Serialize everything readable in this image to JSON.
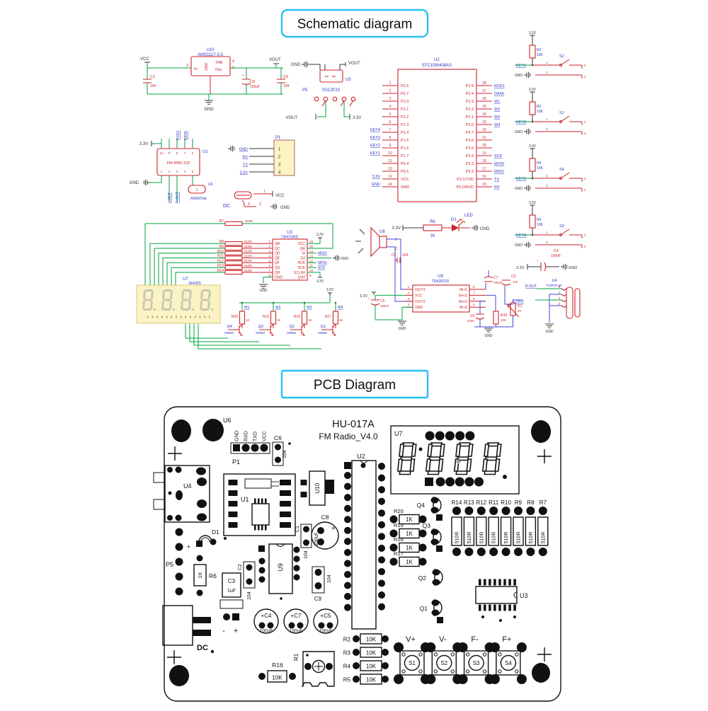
{
  "titles": {
    "schematic": "Schematic diagram",
    "pcb": "PCB Diagram"
  },
  "nets": {
    "vcc": "VCC",
    "gnd": "GND",
    "vout": "VOUT",
    "v33": "3.3V"
  },
  "schematic": {
    "regulator": {
      "ref": "U10",
      "part": "AMS1117-3.3",
      "pin_in": "In",
      "pin_gnd": "GND",
      "pin_tab": "TAB",
      "pin_out": "Out",
      "n2": "2",
      "n3": "3",
      "n4": "4",
      "c1": "C1",
      "c1v": "104",
      "c8": "C8",
      "c8v": "100uF",
      "c6": "C6",
      "c6v": "104"
    },
    "pswitch": {
      "ref": "U5",
      "conn": "P5",
      "part": "SS12F23"
    },
    "fm": {
      "ref": "U1",
      "part": "FM-RRD-102",
      "rck": "RCK1",
      "data": "DATA",
      "lout": "L-OUT",
      "rout": "R-OUT",
      "ant_ref": "U6",
      "ant_pin": "1",
      "ant": "Antenna",
      "top_pins": [
        "10",
        "9",
        "8",
        "7",
        "6"
      ],
      "bot_pins": [
        "1",
        "2",
        "3",
        "4",
        "5"
      ]
    },
    "p1": {
      "ref": "P1",
      "rows": [
        {
          "num": "1",
          "net": "GND"
        },
        {
          "num": "2",
          "net": "RX"
        },
        {
          "num": "3",
          "net": "TX"
        },
        {
          "num": "4",
          "net": "3.3V"
        }
      ]
    },
    "dc": {
      "label": "DC",
      "n1": "1",
      "n2": "2",
      "n3": "3"
    },
    "mcu": {
      "ref": "U2",
      "part": "STC15W408AS",
      "left": [
        {
          "key": "",
          "num": "1",
          "name": "P2.6"
        },
        {
          "key": "",
          "num": "2",
          "name": "P2.7"
        },
        {
          "key": "",
          "num": "3",
          "name": "P1.0"
        },
        {
          "key": "",
          "num": "4",
          "name": "P1.1"
        },
        {
          "key": "",
          "num": "5",
          "name": "P1.2"
        },
        {
          "key": "",
          "num": "6",
          "name": "P1.3"
        },
        {
          "key": "KEY4",
          "num": "7",
          "name": "P1.4"
        },
        {
          "key": "KEY3",
          "num": "8",
          "name": "P1.5"
        },
        {
          "key": "KEY2",
          "num": "9",
          "name": "P1.6"
        },
        {
          "key": "KEY1",
          "num": "10",
          "name": "P1.7"
        },
        {
          "key": "",
          "num": "11",
          "name": "P5.4"
        },
        {
          "key": "",
          "num": "13",
          "name": "P5.5"
        },
        {
          "key": "3.3V",
          "num": "12",
          "name": "VCC"
        },
        {
          "key": "GND",
          "num": "14",
          "name": "GND"
        }
      ],
      "right": [
        {
          "name": "P2.5",
          "num": "28",
          "net": "RCK1"
        },
        {
          "name": "P2.4",
          "num": "27",
          "net": "DATA"
        },
        {
          "name": "P2.3",
          "num": "26",
          "net": "W1"
        },
        {
          "name": "P2.2",
          "num": "25",
          "net": "W2"
        },
        {
          "name": "P2.1",
          "num": "24",
          "net": "W3"
        },
        {
          "name": "P2.0",
          "num": "23",
          "net": "W4"
        },
        {
          "name": "P3.7",
          "num": "22",
          "net": ""
        },
        {
          "name": "P3.6",
          "num": "21",
          "net": ""
        },
        {
          "name": "P3.5",
          "num": "20",
          "net": ""
        },
        {
          "name": "P3.4",
          "num": "19",
          "net": "SCK"
        },
        {
          "name": "P3.3",
          "num": "18",
          "net": "MOSI"
        },
        {
          "name": "P3.2",
          "num": "17",
          "net": "MISO"
        },
        {
          "name": "P3.1/TXD",
          "num": "16",
          "net": "TX"
        },
        {
          "name": "P3.0/RXD",
          "num": "15",
          "net": "RX"
        }
      ]
    },
    "keys": [
      {
        "r": "R2",
        "rv": "10K",
        "key": "KEY1",
        "s": "S2",
        "p1": "1",
        "p2": "2",
        "p3": "3",
        "p4": "4"
      },
      {
        "r": "R3",
        "rv": "10K",
        "key": "KEY2",
        "s": "S1",
        "p1": "1",
        "p2": "2",
        "p3": "3",
        "p4": "4"
      },
      {
        "r": "R4",
        "rv": "10K",
        "key": "KEY3",
        "s": "S4",
        "p1": "1",
        "p2": "2",
        "p3": "3",
        "p4": "4"
      },
      {
        "r": "R5",
        "rv": "10K",
        "key": "KEY4",
        "s": "S3",
        "p1": "1",
        "p2": "2",
        "p3": "3",
        "p4": "4"
      }
    ],
    "led": {
      "r": "R6",
      "rv": "1K",
      "d": "D1",
      "name": "LED"
    },
    "sr": {
      "ref": "U3",
      "part": "74HC595D",
      "r7": "R7",
      "r7v": "510R",
      "res": [
        {
          "name": "R8",
          "val": "510R"
        },
        {
          "name": "R9",
          "val": "510R"
        },
        {
          "name": "R10",
          "val": "510R"
        },
        {
          "name": "R11",
          "val": "510R"
        },
        {
          "name": "R12",
          "val": "510R"
        },
        {
          "name": "R13",
          "val": "510R"
        },
        {
          "name": "R14",
          "val": "510R"
        }
      ],
      "left": [
        {
          "num": "1",
          "name": "QB"
        },
        {
          "num": "2",
          "name": "QC"
        },
        {
          "num": "3",
          "name": "QD"
        },
        {
          "num": "4",
          "name": "QE"
        },
        {
          "num": "5",
          "name": "QF"
        },
        {
          "num": "6",
          "name": "QG"
        },
        {
          "num": "7",
          "name": "QH"
        },
        {
          "num": "8",
          "name": "GND"
        }
      ],
      "right": [
        {
          "name": "VCC",
          "num": "16",
          "net": ""
        },
        {
          "name": "QA",
          "num": "15",
          "net": ""
        },
        {
          "name": "SI",
          "num": "14",
          "net": "MISO"
        },
        {
          "name": "G#",
          "num": "13",
          "net": ""
        },
        {
          "name": "RCK",
          "num": "12",
          "net": "MOSI"
        },
        {
          "name": "SCK",
          "num": "11",
          "net": "SCK"
        },
        {
          "name": "SCLR#",
          "num": "10",
          "net": ""
        },
        {
          "name": "QH#",
          "num": "9",
          "net": ""
        }
      ]
    },
    "display": {
      "ref": "U7",
      "part": "3641BS",
      "digits": [
        "8.",
        "8.",
        "8.",
        "8."
      ]
    },
    "drv": {
      "rail": "3.3V",
      "items": [
        {
          "w": "W1",
          "r": "R20",
          "rv": "1K",
          "q": "Q4",
          "qp": "S8550"
        },
        {
          "w": "W2",
          "r": "R19",
          "rv": "1K",
          "q": "Q3",
          "qp": "S8550"
        },
        {
          "w": "W3",
          "r": "R18",
          "rv": "1K",
          "q": "Q2",
          "qp": "S8550"
        },
        {
          "w": "W4",
          "r": "R17",
          "rv": "1K",
          "q": "Q1",
          "qp": "S8550"
        }
      ]
    },
    "audio": {
      "spk": "U8",
      "p1": "1",
      "p2": "2",
      "c2": "C2",
      "c2v": "104",
      "amp": "U9",
      "amp_part": "TDA2822D",
      "left": [
        {
          "num": "1",
          "name": "OUT/1"
        },
        {
          "num": "2",
          "name": "VCC"
        },
        {
          "num": "3",
          "name": "OUT/2"
        },
        {
          "num": "4",
          "name": "GND"
        }
      ],
      "right": [
        {
          "name": "IN-/1",
          "num": "8"
        },
        {
          "name": "IN+/1",
          "num": "7"
        },
        {
          "name": "IN+/2",
          "num": "6"
        },
        {
          "name": "IN-/2",
          "num": "5"
        }
      ],
      "c5": "C5",
      "c5v": "100uF",
      "c7": "C7",
      "c7v": "100uF",
      "c3": "C3",
      "c3v": "1uF",
      "c9": "C9",
      "c9v": "10uF",
      "r16": "R16",
      "r16v": "10K",
      "r1": "R1",
      "r1v": "2K",
      "jack": "U4",
      "jack_part": "PJ3F07-6P",
      "rout": "R-OUT",
      "lout": "L-OUT",
      "jpins": [
        "5",
        "4",
        "3",
        "2"
      ],
      "c4": "C4",
      "c4v": "100uF"
    }
  },
  "pcb": {
    "board": {
      "title1": "HU-017A",
      "title2": "FM Radio_V4.0"
    },
    "p1": {
      "ref": "P1",
      "u6": "U6",
      "pins": [
        "GND",
        "RXD",
        "TXD",
        "VCC"
      ]
    },
    "c6": {
      "name": "C6",
      "val": "104"
    },
    "u7": {
      "ref": "U7",
      "digits": [
        "8",
        "8",
        "8",
        "8"
      ]
    },
    "u4": "U4",
    "u1": "U1",
    "u10": "U10",
    "u2": "U2",
    "u3": "U3",
    "c1": {
      "name": "C1",
      "val": "104"
    },
    "c8": {
      "name": "C8",
      "val": "100uF",
      "plus": "+"
    },
    "c9": {
      "name": "C9",
      "val": "104"
    },
    "c2": {
      "name": "C2",
      "val": "104"
    },
    "u9": "U9",
    "d1": {
      "name": "D1",
      "plus": "+"
    },
    "p5": "P5",
    "r6": {
      "name": "R6",
      "val": "1K"
    },
    "c3": {
      "name": "C3",
      "val": "1uF",
      "minus": "-",
      "plus": "+"
    },
    "dc": "DC",
    "caps": [
      {
        "name": "+C4",
        "val": "100uF"
      },
      {
        "name": "+C7",
        "val": "100uF"
      },
      {
        "name": "+C5",
        "val": "100uF"
      }
    ],
    "r16": {
      "name": "R16",
      "val": "10K"
    },
    "r1": "R1",
    "rdrv": [
      {
        "name": "R20",
        "val": "1K"
      },
      {
        "name": "R19",
        "val": "1K"
      },
      {
        "name": "R18",
        "val": "1K"
      },
      {
        "name": "R17",
        "val": "1K"
      }
    ],
    "q": [
      "Q4",
      "Q3",
      "Q2",
      "Q1"
    ],
    "rbank": [
      {
        "name": "R14",
        "val": "510R"
      },
      {
        "name": "R13",
        "val": "510R"
      },
      {
        "name": "R12",
        "val": "510R"
      },
      {
        "name": "R11",
        "val": "510R"
      },
      {
        "name": "R10",
        "val": "510R"
      },
      {
        "name": "R9",
        "val": "510R"
      },
      {
        "name": "R8",
        "val": "510R"
      },
      {
        "name": "R7",
        "val": "510R"
      }
    ],
    "rkey": [
      {
        "name": "R2",
        "val": "10K"
      },
      {
        "name": "R3",
        "val": "10K"
      },
      {
        "name": "R4",
        "val": "10K"
      },
      {
        "name": "R5",
        "val": "10K"
      }
    ],
    "buttons": [
      {
        "fn": "V+",
        "name": "S1"
      },
      {
        "fn": "V-",
        "name": "S2"
      },
      {
        "fn": "F-",
        "name": "S3"
      },
      {
        "fn": "F+",
        "name": "S4"
      }
    ]
  }
}
